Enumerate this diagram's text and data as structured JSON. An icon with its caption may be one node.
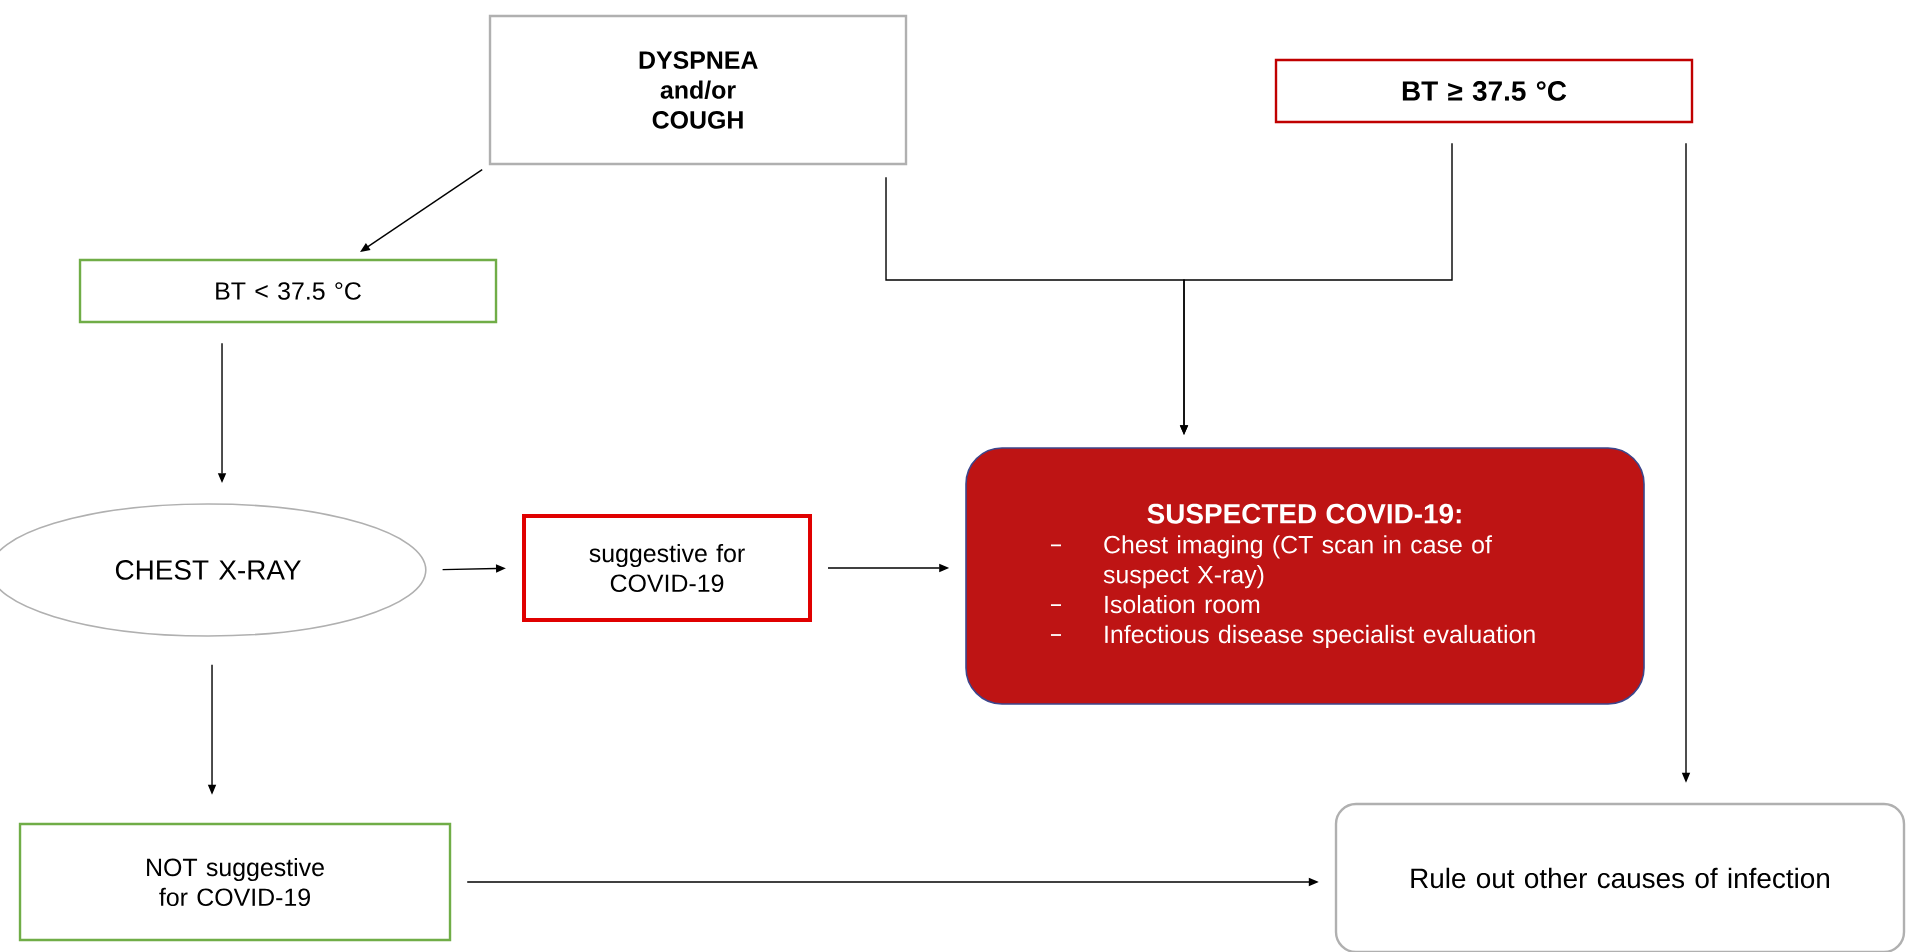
{
  "diagram": {
    "nodes": [
      {
        "text": [
          "DYSPNEA and/or COUGH"
        ]
      },
      {
        "text": [
          "BT ≥ 37.5 °C"
        ]
      },
      {
        "text": [
          "BT < 37.5 °C"
        ]
      },
      {
        "text": [
          "CHEST X-RAY"
        ]
      },
      {
        "text": [
          "suggestive for COVID-19"
        ]
      },
      {
        "text": [
          "SUSPECTED COVID-19:",
          "Chest imaging (CT scan in case of suspect X-ray)",
          "Isolation room",
          "Infectious disease specialist evaluation"
        ]
      },
      {
        "text": [
          "NOT suggestive for COVID-19"
        ]
      },
      {
        "text": [
          "Rule out other causes of infection"
        ]
      }
    ],
    "edges": [
      {
        "from": 0,
        "to": 2,
        "arrow": "to"
      },
      {
        "from": 0,
        "to": 5,
        "arrow": "to"
      },
      {
        "from": 1,
        "to": 5,
        "arrow": "to"
      },
      {
        "from": 1,
        "to": 7,
        "arrow": "to"
      },
      {
        "from": 2,
        "to": 3,
        "arrow": "to"
      },
      {
        "from": 3,
        "to": 4,
        "arrow": "to"
      },
      {
        "from": 4,
        "to": 5,
        "arrow": "to"
      },
      {
        "from": 3,
        "to": 6,
        "arrow": "to"
      },
      {
        "from": 6,
        "to": 7,
        "arrow": "to"
      }
    ]
  }
}
